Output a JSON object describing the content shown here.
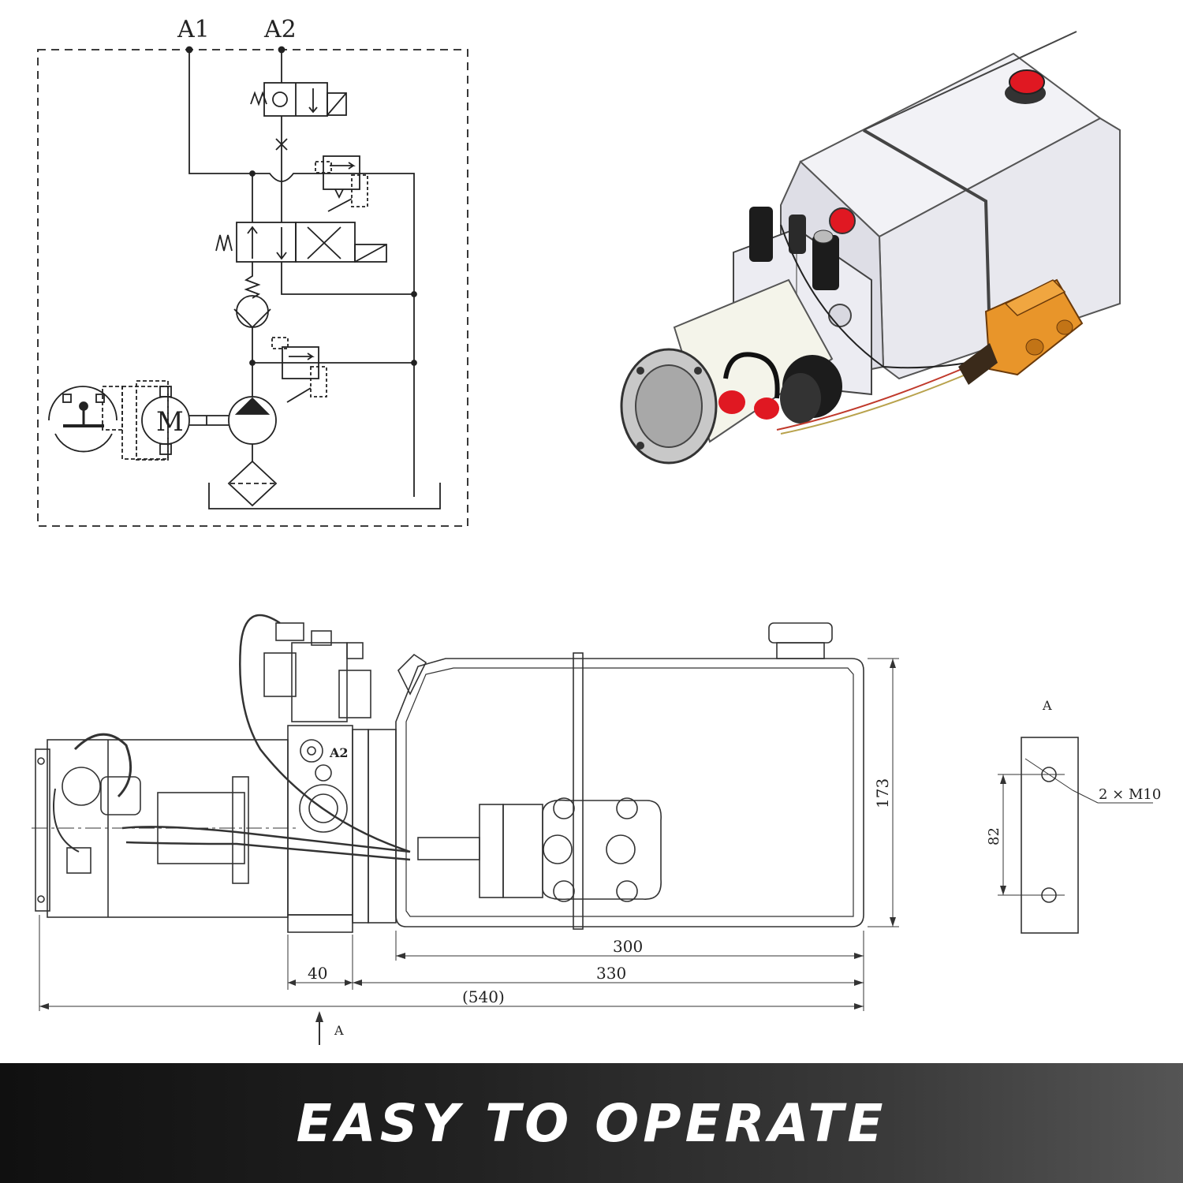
{
  "schematic": {
    "port_a1": "A1",
    "port_a2": "A2",
    "motor_label": "M"
  },
  "drawing": {
    "port_label": "A2",
    "dim_300": "300",
    "dim_330": "330",
    "dim_40": "40",
    "dim_540": "(540)",
    "dim_173": "173",
    "view_arrow_label": "A"
  },
  "mount_view": {
    "title": "A",
    "holes_label": "2 × M10",
    "dim_82": "82"
  },
  "banner": {
    "text": "EASY TO OPERATE"
  },
  "colors": {
    "banner_text": "#ffffff",
    "cap_red": "#e01822",
    "valve_orange": "#e8952a",
    "tank_fill": "#f4f4f8"
  }
}
